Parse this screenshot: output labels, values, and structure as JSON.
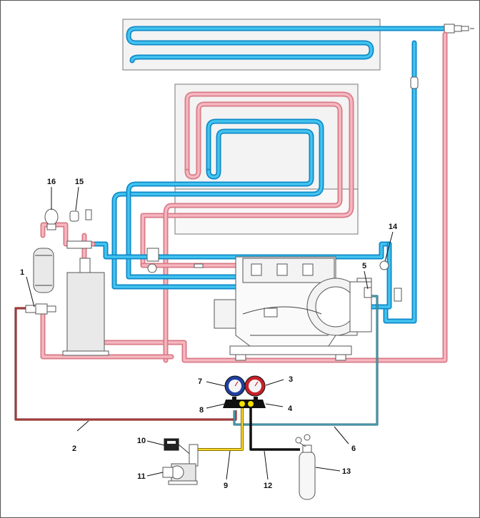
{
  "diagram": {
    "callouts": [
      {
        "id": "c1",
        "label": "1"
      },
      {
        "id": "c2",
        "label": "2"
      },
      {
        "id": "c3",
        "label": "3"
      },
      {
        "id": "c4",
        "label": "4"
      },
      {
        "id": "c5",
        "label": "5"
      },
      {
        "id": "c6",
        "label": "6"
      },
      {
        "id": "c7",
        "label": "7"
      },
      {
        "id": "c8",
        "label": "8"
      },
      {
        "id": "c9",
        "label": "9"
      },
      {
        "id": "c10",
        "label": "10"
      },
      {
        "id": "c11",
        "label": "11"
      },
      {
        "id": "c12",
        "label": "12"
      },
      {
        "id": "c13",
        "label": "13"
      },
      {
        "id": "c14",
        "label": "14"
      },
      {
        "id": "c15",
        "label": "15"
      },
      {
        "id": "c16",
        "label": "16"
      }
    ],
    "colors": {
      "suction_line": "#0e89c9",
      "liquid_line": "#d97a86",
      "high_side_hose": "#6b1010",
      "low_side_hose": "#1f5f70",
      "service_hose": "#ffd928",
      "nitrogen_hose": "#111111",
      "high_gauge": "#c8202a",
      "low_gauge": "#1f3fa0"
    },
    "icons": [
      "evaporator-coil",
      "condenser-coil",
      "compressor",
      "receiver",
      "filter-drier",
      "manifold-gauge",
      "vacuum-pump",
      "nitrogen-cylinder",
      "scale"
    ]
  }
}
